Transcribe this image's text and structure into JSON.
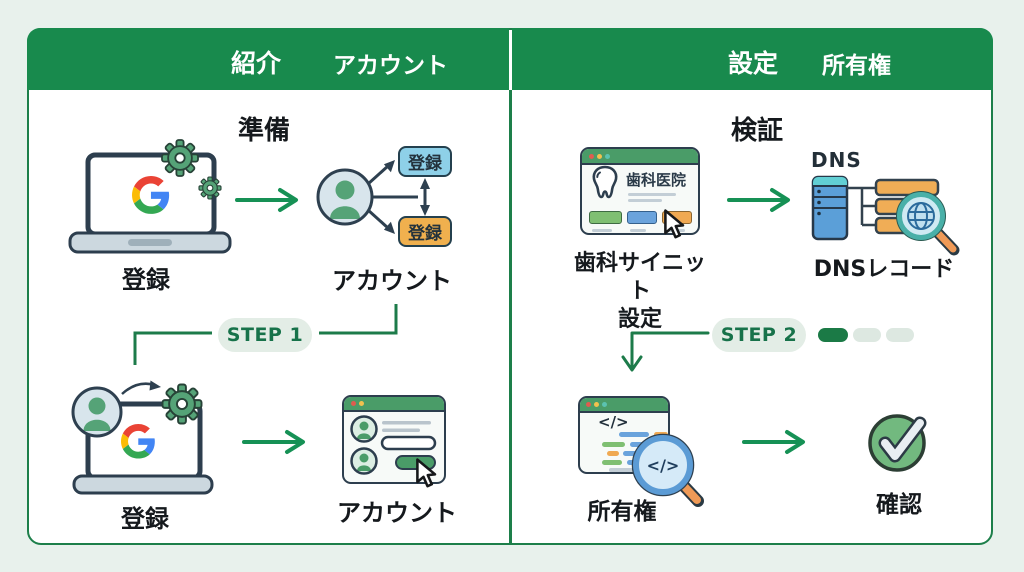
{
  "panels": {
    "left": {
      "header": {
        "label1": "紹介",
        "label2": "アカウント"
      },
      "section_title": "準備",
      "register_top_label": "登録",
      "register_box_top": "登録",
      "register_box_bottom": "登録",
      "account_top_label": "アカウント",
      "step_badge": "STEP 1",
      "register_bottom_label": "登録",
      "account_bottom_label": "アカウント"
    },
    "right": {
      "header": {
        "label1": "設定",
        "label2": "所有権"
      },
      "section_title": "検証",
      "site_window_title": "歯科医院",
      "site_label_line1": "歯科サイニット",
      "site_label_line2": "設定",
      "dns_caption": "DNS",
      "dns_label": "DNSレコード",
      "step_badge": "STEP 2",
      "progress_dots": [
        "filled",
        "empty",
        "empty"
      ],
      "code_symbol": "</>",
      "lens_code_symbol": "</>",
      "ownership_label": "所有権",
      "confirm_label": "確認"
    }
  },
  "icons": {
    "laptop_google_gears": "laptop with Google G logo and green gears",
    "user_branches": "user avatar branching to two registration boxes",
    "person_laptop_gear": "person avatar, Google laptop and gear",
    "account_form_window": "account form window with avatars and button",
    "dental_site_window": "dental clinic website window with tooth logo",
    "dns_server_records": "DNS server linked to record bars with globe magnifier",
    "code_search_window": "code window inspected with magnifying glass",
    "check_circle": "green verified checkmark circle"
  },
  "colors": {
    "background": "#e8f1ec",
    "header_green": "#188a4d",
    "border_green": "#1d7f4a",
    "arrow_green": "#169155",
    "icon_green": "#55a377",
    "window_bar_green": "#4a9c68",
    "step_text_green": "#17724a",
    "accent_blue": "#6aa3dc",
    "accent_orange": "#f0a952",
    "outline_navy": "#2d3e4e"
  }
}
